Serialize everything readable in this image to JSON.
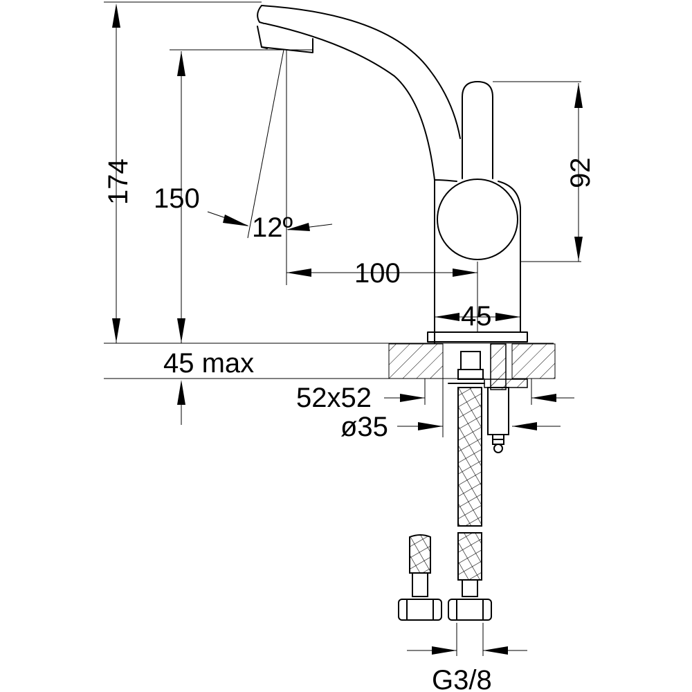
{
  "dimensions": {
    "height_total": "174",
    "height_spout": "150",
    "spout_angle": "12º",
    "reach": "100",
    "lever_height": "92",
    "body_diameter": "45",
    "counter_thickness": "45 max",
    "plate_size": "52x52",
    "hole_diameter": "ø35",
    "connection_thread": "G3/8"
  }
}
